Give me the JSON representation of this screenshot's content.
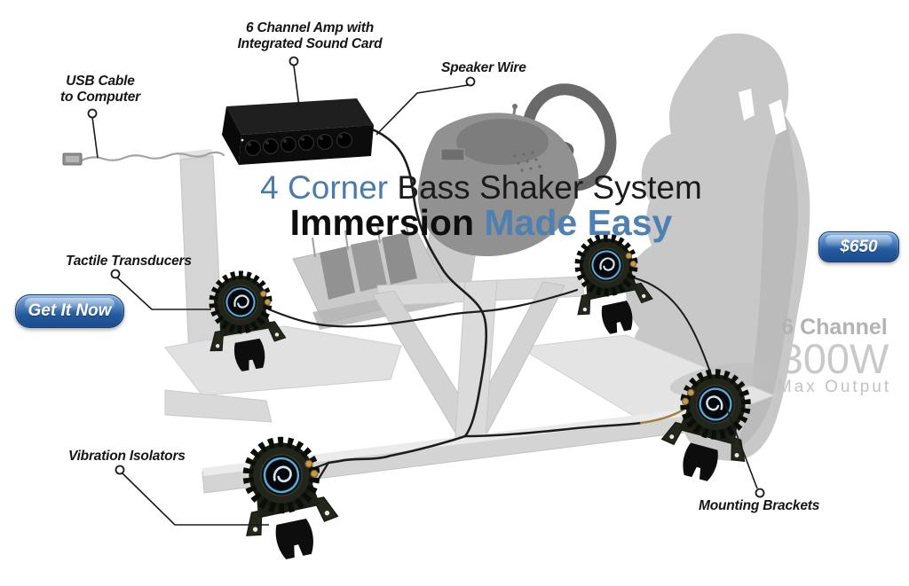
{
  "title": {
    "line1": {
      "accent": "4 Corner",
      "rest": " Bass Shaker System"
    },
    "line2": {
      "bold": "Immersion",
      "accent": " Made Easy"
    },
    "accent_color": "#4b7bad"
  },
  "callouts": {
    "amp": {
      "line1": "6 Channel Amp with",
      "line2": "Integrated Sound Card"
    },
    "usb": {
      "line1": "USB Cable",
      "line2": "to Computer"
    },
    "speaker_wire": "Speaker Wire",
    "tactile": "Tactile Transducers",
    "vibration": "Vibration Isolators",
    "mounting": "Mounting Brackets"
  },
  "buttons": {
    "get_it_now": "Get It Now",
    "price": "$650"
  },
  "specs": {
    "channels": "6 Channel",
    "power": "300W",
    "output": "Max Output"
  },
  "colors": {
    "accent_blue": "#4b7bad",
    "button_blue_top": "#7fb0e0",
    "button_blue_bottom": "#1c4c8c",
    "spec_gray": "#c9c9c9",
    "wire_black": "#1d1d1d",
    "usb_cable_gray": "#a3a3a3",
    "brass": "#c59b4b",
    "ghost_gray": "#d4d4d4",
    "transducer_ring_blue": "#57aede"
  }
}
